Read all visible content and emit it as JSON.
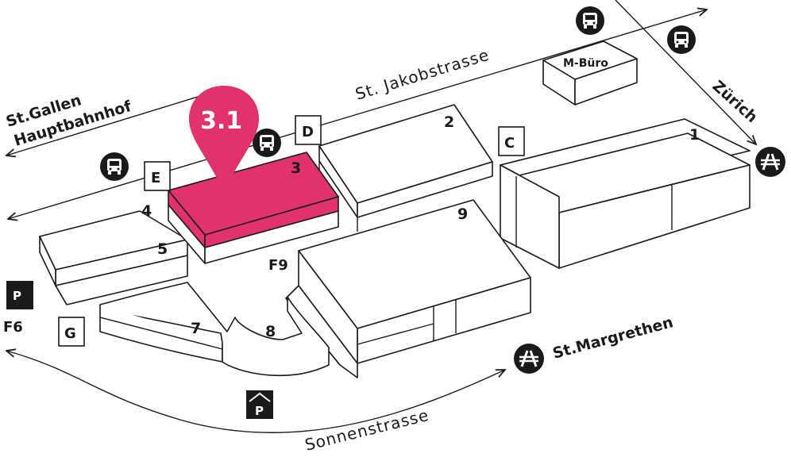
{
  "colors": {
    "accent": "#e0336b",
    "ink": "#1a1a1a",
    "paper": "#ffffff"
  },
  "marker": {
    "label": "3.1",
    "icon": "map-pin-icon"
  },
  "halls": {
    "h1": "1",
    "h2": "2",
    "h3": "3",
    "h4": "4",
    "h5": "5",
    "h7": "7",
    "h8": "8",
    "h9": "9"
  },
  "entrances": {
    "c": "C",
    "d": "D",
    "e": "E",
    "g": "G",
    "f9": "F9"
  },
  "streets": {
    "jakob": "St. Jakobstrasse",
    "sonnen": "Sonnenstrasse"
  },
  "destinations": {
    "stgallen_1": "St.Gallen",
    "stgallen_2": "Hauptbahnhof",
    "zurich": "Zürich",
    "stmargrethen": "St.Margrethen"
  },
  "office": "M-Büro",
  "parking": {
    "p_label": "P",
    "f6_label": "F6"
  },
  "icons": {
    "bus": "bus-icon",
    "motorway": "motorway-icon",
    "parking": "parking-icon",
    "covered_parking": "covered-parking-icon"
  }
}
